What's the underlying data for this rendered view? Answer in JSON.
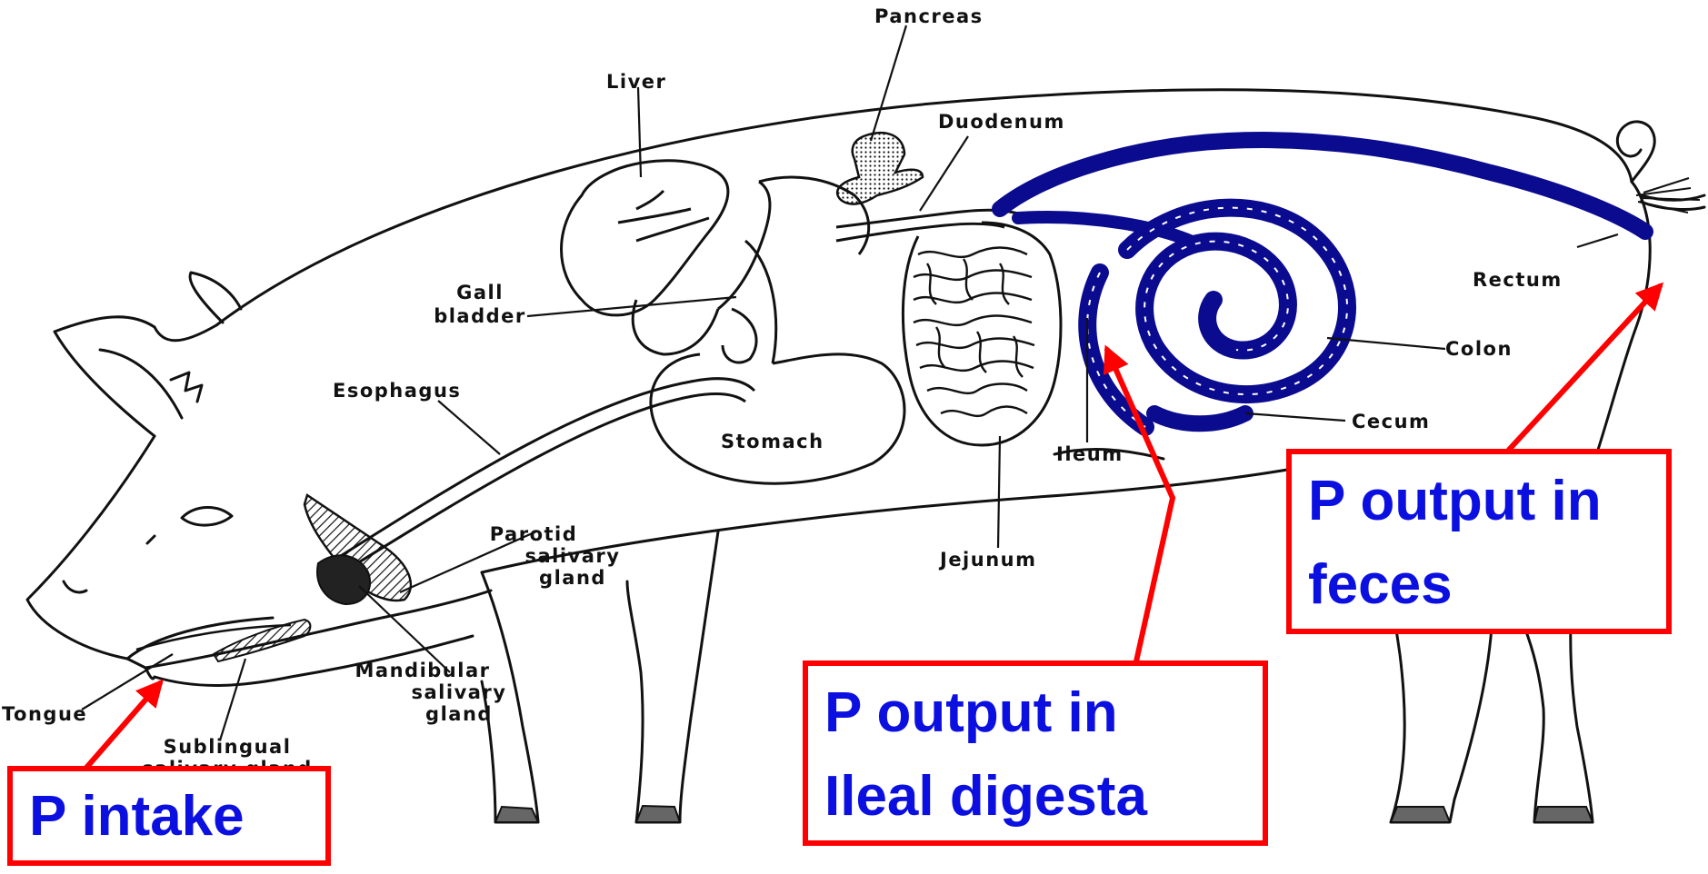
{
  "labels": {
    "pancreas": "Pancreas",
    "liver": "Liver",
    "duodenum": "Duodenum",
    "gall": "Gall",
    "bladder": "bladder",
    "esophagus": "Esophagus",
    "stomach": "Stomach",
    "rectum": "Rectum",
    "colon": "Colon",
    "cecum": "Cecum",
    "ileum": "Ileum",
    "jejunum": "Jejunum",
    "parotid_1": "Parotid",
    "parotid_2": "salivary",
    "parotid_3": "gland",
    "mandibular_1": "Mandibular",
    "mandibular_2": "salivary",
    "mandibular_3": "gland",
    "tongue": "Tongue",
    "sublingual_1": "Sublingual",
    "sublingual_2": "salivary gland"
  },
  "callouts": {
    "intake": "P intake",
    "ileal_1": "P output in",
    "ileal_2": "Ileal digesta",
    "feces_1": "P output in",
    "feces_2": "feces"
  },
  "colors": {
    "highlight": "#0b0b8f",
    "callout_border": "#ff0000",
    "callout_text": "#0b10e0",
    "line": "#111111"
  }
}
